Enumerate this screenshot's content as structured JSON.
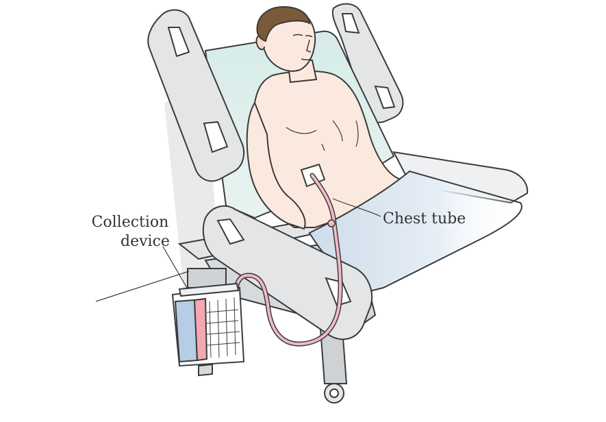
{
  "labels": {
    "collection_line1": "Collection",
    "collection_line2": "device",
    "chest_tube": "Chest tube"
  },
  "colors": {
    "outline": "#3a3a3a",
    "bed_frame": "#e3e5e7",
    "bed_shadow": "#c9cccf",
    "mattress": "#d6ece8",
    "skin": "#fbe9df",
    "hair": "#7a5a3a",
    "sheet": "#dfe9f3",
    "tube": "#f2b9c6",
    "device_blue": "#b7cde6",
    "device_pink": "#f4a8b4"
  },
  "icons": [
    "patient-figure",
    "hospital-bed",
    "collection-device",
    "chest-tube"
  ]
}
